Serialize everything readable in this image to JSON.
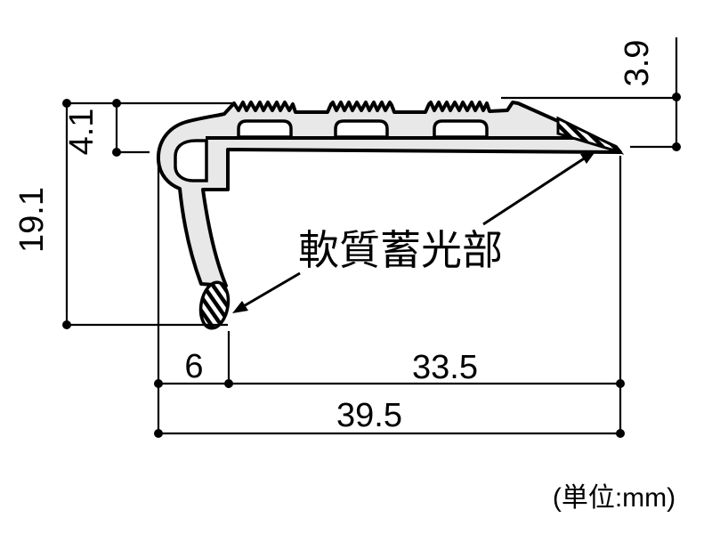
{
  "drawing": {
    "part_label": "軟質蓄光部",
    "unit_note": "(単位:mm)",
    "dims": {
      "total_height": "19.1",
      "tread_height": "4.1",
      "nose_tip_height": "3.9",
      "front_width": "6",
      "body_width": "33.5",
      "total_width": "39.5"
    },
    "colors": {
      "body_fill": "#e8e8e8",
      "line": "#000000",
      "background": "#ffffff"
    }
  }
}
